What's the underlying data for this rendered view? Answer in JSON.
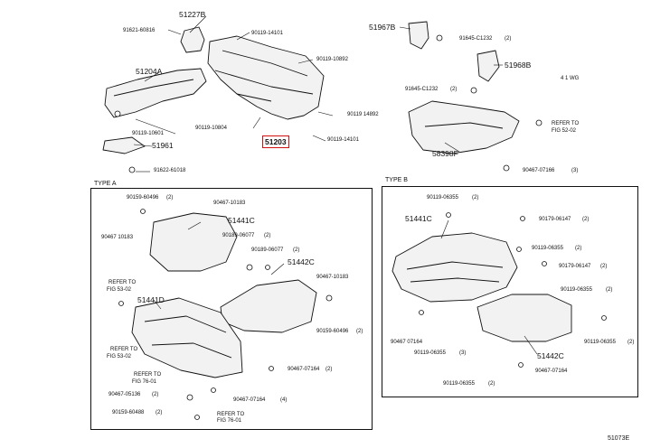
{
  "page": {
    "code": "51073E"
  },
  "highlight": {
    "part_no": "51203",
    "color": "#d11111"
  },
  "top_assembly": {
    "labels": [
      "51227B",
      "91621-60816",
      "90119-14101",
      "90119-10892",
      "51204A",
      "90119-10601",
      "90119-10804",
      "90119 14892",
      "90119-14101",
      "51961",
      "91622-61018"
    ]
  },
  "top_right": {
    "labels": [
      "51967B",
      "91645-C1232",
      "(2)",
      "51968B",
      "4 1 WG",
      "91645-C1232",
      "(2)",
      "REFER TO",
      "FIG 52-02",
      "58398F",
      "90467-07166",
      "(3)"
    ]
  },
  "type_a": {
    "title": "TYPE A",
    "labels": [
      "90159-60496",
      "(2)",
      "90467-10183",
      "51441C",
      "90467 10183",
      "90189-06077",
      "(2)",
      "90189-06077",
      "(2)",
      "51442C",
      "REFER TO",
      "FIG 53-02",
      "90467-10183",
      "51441D",
      "REFER TO",
      "FIG 53-02",
      "90159-60496",
      "(2)",
      "90467-07164",
      "(2)",
      "REFER TO",
      "FIG 76-01",
      "90467-05136",
      "(2)",
      "90467-07164",
      "(4)",
      "90159-60488",
      "(2)",
      "REFER TO",
      "FIG 76-01"
    ]
  },
  "type_b": {
    "title": "TYPE B",
    "labels": [
      "90119-06355",
      "(2)",
      "51441C",
      "90179-06147",
      "(2)",
      "90119-06355",
      "(2)",
      "90179-06147",
      "(2)",
      "90119-06355",
      "(2)",
      "90467 07164",
      "90119-06355",
      "(3)",
      "51442C",
      "90119-06355",
      "(2)",
      "90467-07164",
      "90119-06355",
      "(2)"
    ]
  }
}
